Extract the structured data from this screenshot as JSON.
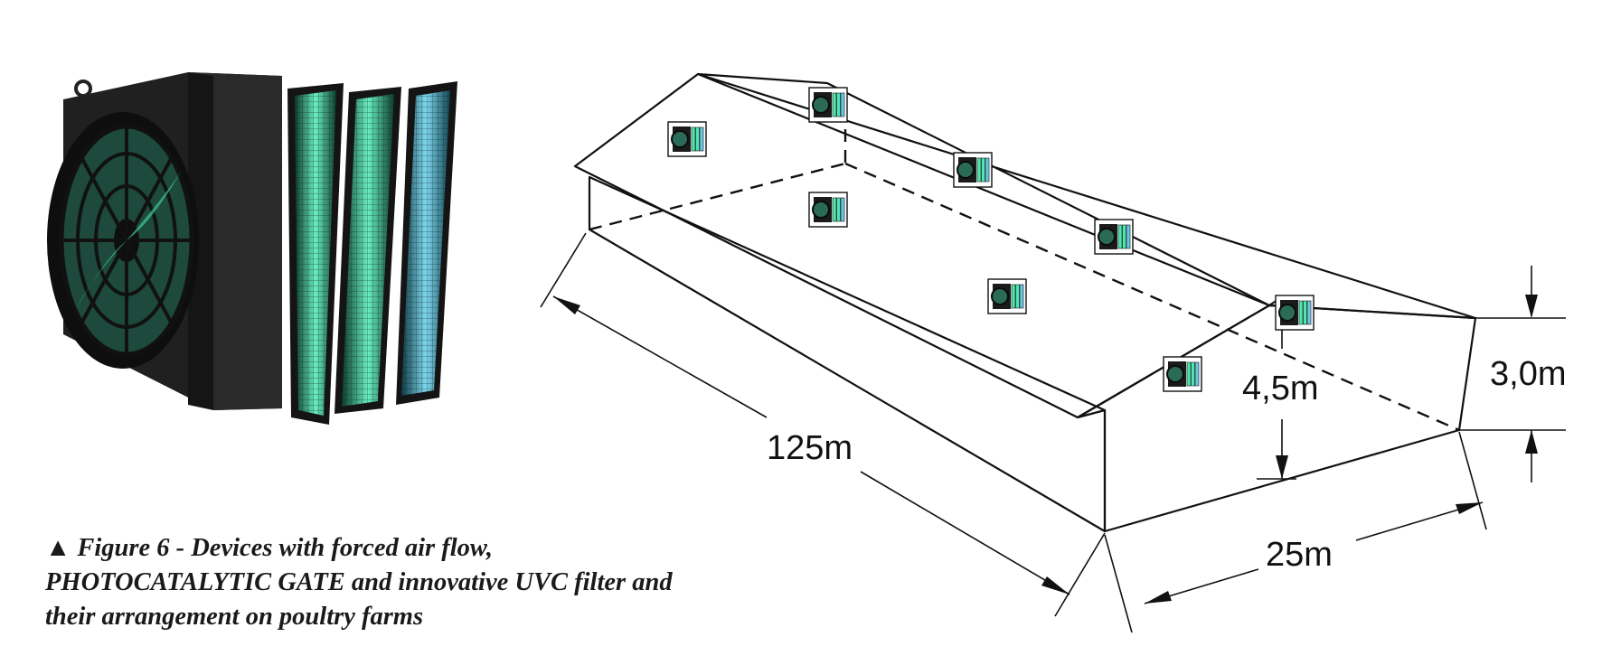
{
  "figure": {
    "caption_lines": [
      "▲ Figure 6 - Devices with forced air flow,",
      "PHOTOCATALYTIC GATE and innovative UVC filter and",
      "their arrangement on poultry farms"
    ]
  },
  "barn": {
    "length_label": "125m",
    "width_label": "25m",
    "ridge_height_label": "4,5m",
    "wall_height_label": "3,0m",
    "device_count": 8
  },
  "colors": {
    "device_body": "#1b1b1b",
    "filter_green": "#4fe6b0",
    "filter_blue": "#68c8e6",
    "line": "#111111"
  }
}
